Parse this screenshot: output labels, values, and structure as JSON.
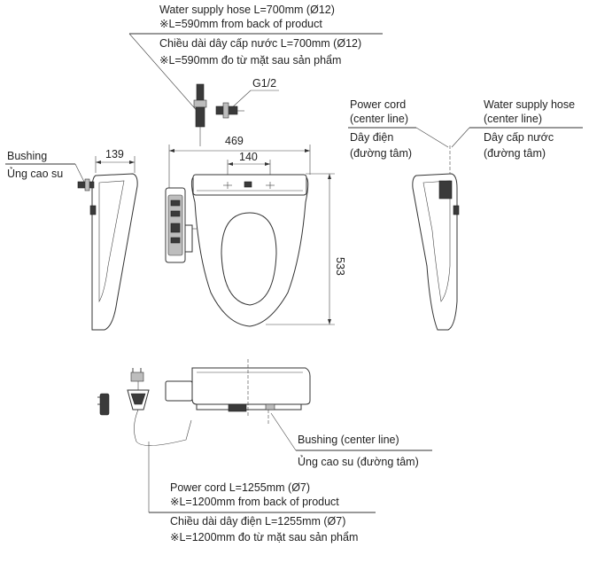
{
  "top_note": {
    "en_line1": "Water supply hose L=700mm (Ø12)",
    "en_line2": "※L=590mm from back of product",
    "vi_line1": "Chiều dài dây cấp nước L=700mm (Ø12)",
    "vi_line2": "※L=590mm đo từ mặt sau sản phẩm"
  },
  "fitting_label": "G1/2",
  "left_bushing": {
    "en": "Bushing",
    "vi": "Ủng cao su",
    "depth": "139"
  },
  "front_view": {
    "width": "469",
    "center_spacing": "140",
    "height": "533"
  },
  "right_labels": {
    "power_en_1": "Power cord",
    "power_en_2": "(center line)",
    "power_vi_1": "Dây điện",
    "power_vi_2": "(đường tâm)",
    "water_en_1": "Water supply hose",
    "water_en_2": "(center line)",
    "water_vi_1": "Dây cấp nước",
    "water_vi_2": "(đường tâm)"
  },
  "bottom_bushing": {
    "en": "Bushing (center line)",
    "vi": "Ủng cao su (đường tâm)"
  },
  "bottom_note": {
    "en_line1": "Power cord L=1255mm (Ø7)",
    "en_line2": "※L=1200mm from back of product",
    "vi_line1": "Chiều dài dây điện L=1255mm (Ø7)",
    "vi_line2": "※L=1200mm đo từ mặt sau sản phẩm"
  }
}
